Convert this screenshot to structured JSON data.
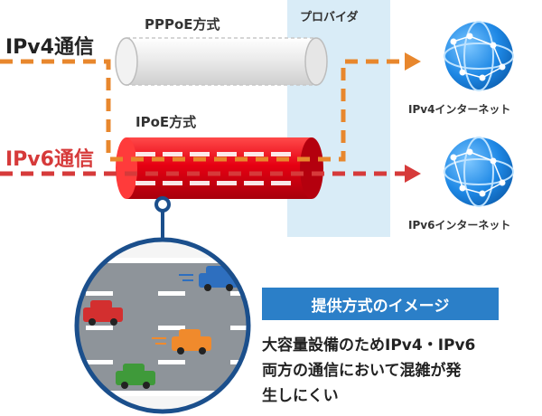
{
  "labels": {
    "ipv4_traffic": "IPv4通信",
    "ipv6_traffic": "IPv6通信",
    "pppoe": "PPPoE方式",
    "ipoe": "IPoE方式",
    "provider": "プロバイダ",
    "ipv4_internet": "IPv4インターネット",
    "ipv6_internet": "IPv6インターネット"
  },
  "info": {
    "title": "提供方式のイメージ",
    "description_lines": [
      "大容量設備のためIPv4・IPv6",
      "両方の通信において混雑が発",
      "生しにくい"
    ]
  },
  "colors": {
    "ipv4_line": "#e8872d",
    "ipv6_line": "#d63a3a",
    "ipoe_tube": "#e60012",
    "provider_band": "#d9ecf7",
    "globe": "#1e88e5",
    "info_bar": "#2b7fc8"
  },
  "icons": [
    "globe-icon",
    "globe-icon",
    "car-icon",
    "car-icon",
    "car-icon",
    "car-icon"
  ]
}
